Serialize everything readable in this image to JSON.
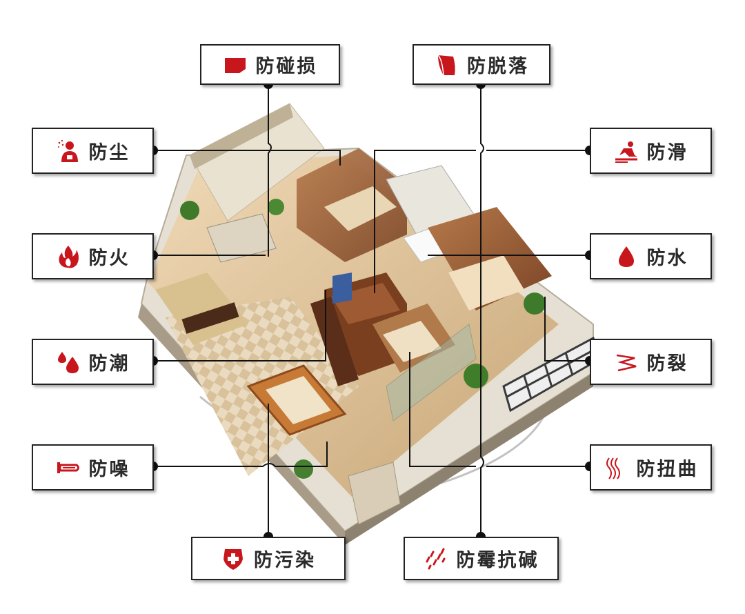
{
  "accent_color": "#c8161d",
  "labels": [
    {
      "id": "anti-collision",
      "text": "防碰损",
      "icon": "rectangle-flag-icon"
    },
    {
      "id": "anti-detach",
      "text": "防脱落",
      "icon": "peeling-sheet-icon"
    },
    {
      "id": "dustproof",
      "text": "防尘",
      "icon": "dust-person-icon"
    },
    {
      "id": "anti-slip",
      "text": "防滑",
      "icon": "slipping-person-icon"
    },
    {
      "id": "fireproof",
      "text": "防火",
      "icon": "flame-icon"
    },
    {
      "id": "waterproof",
      "text": "防水",
      "icon": "water-drop-icon"
    },
    {
      "id": "moisture-proof",
      "text": "防潮",
      "icon": "water-droplets-icon"
    },
    {
      "id": "anti-crack",
      "text": "防裂",
      "icon": "crack-icon"
    },
    {
      "id": "noise-proof",
      "text": "防噪",
      "icon": "horn-icon"
    },
    {
      "id": "anti-warp",
      "text": "防扭曲",
      "icon": "wavy-lines-icon"
    },
    {
      "id": "anti-pollution",
      "text": "防污染",
      "icon": "shield-cross-icon"
    },
    {
      "id": "anti-mold-alkali",
      "text": "防霉抗碱",
      "icon": "spores-icon"
    }
  ]
}
